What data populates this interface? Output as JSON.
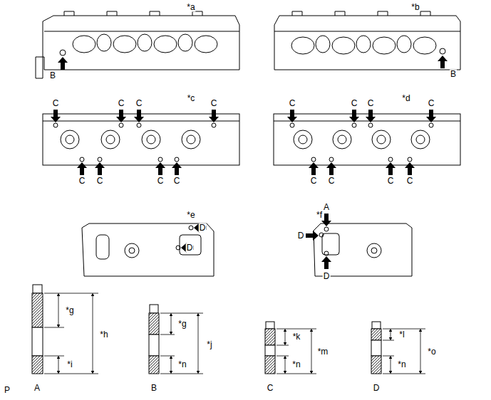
{
  "diagram": {
    "labels": [
      "*a",
      "*b",
      "B",
      "B",
      "*c",
      "*d",
      "C",
      "C",
      "C",
      "C",
      "C",
      "C",
      "C",
      "C",
      "C",
      "C",
      "C",
      "C",
      "C",
      "C",
      "C",
      "C",
      "*e",
      "*f",
      "D",
      "D",
      "A",
      "D",
      "D",
      "*g",
      "*h",
      "*i",
      "*g",
      "*j",
      "*n",
      "*k",
      "*m",
      "*n",
      "*l",
      "*o",
      "*n",
      "A",
      "B",
      "C",
      "D",
      "P"
    ]
  }
}
